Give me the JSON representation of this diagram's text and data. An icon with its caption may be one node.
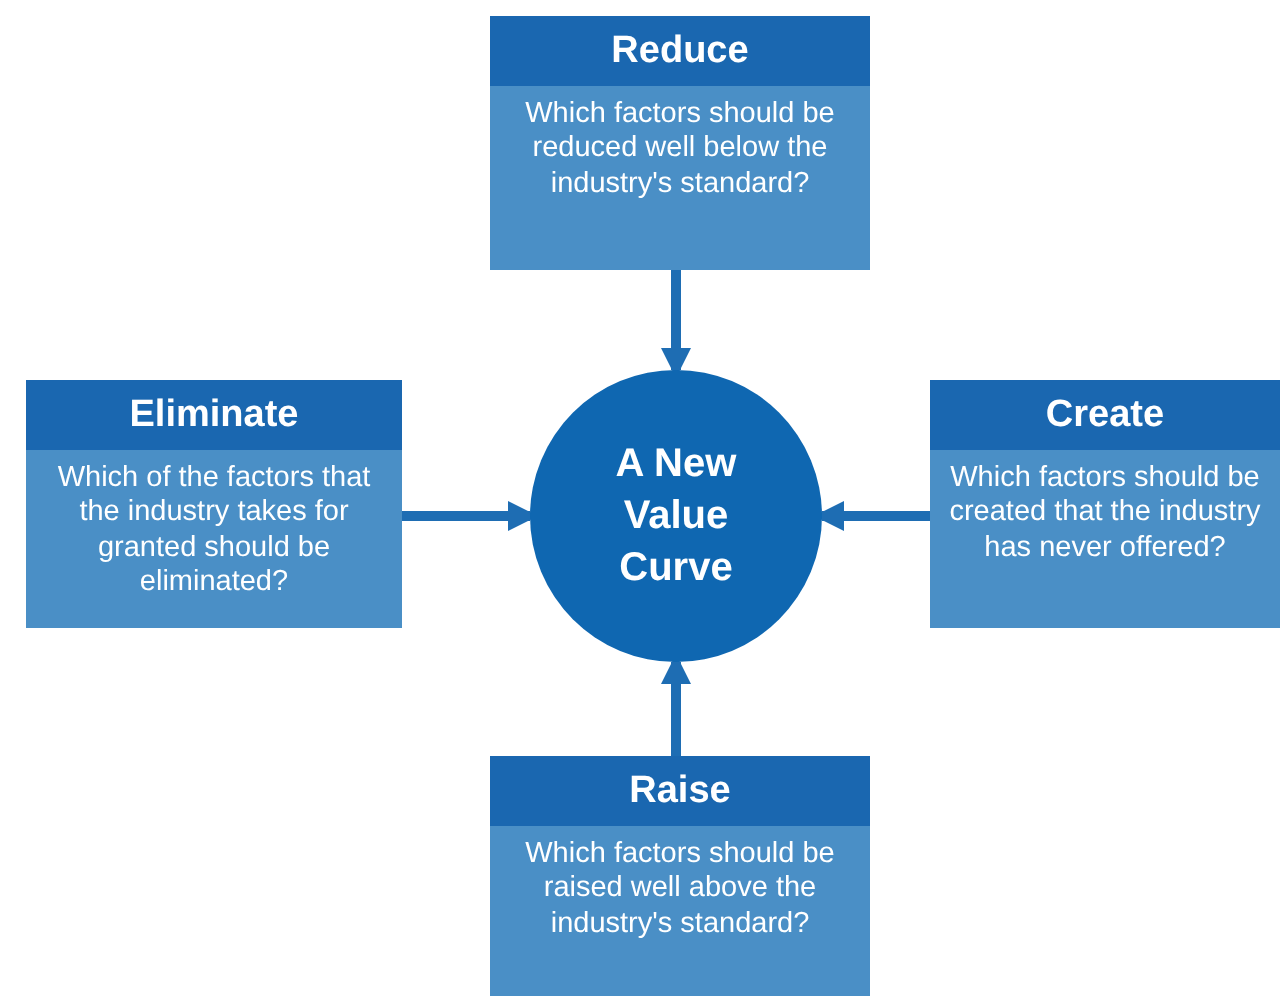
{
  "diagram": {
    "nodes": [
      {
        "text": [
          "Reduce",
          "Which factors should be reduced well below the industry's standard?"
        ]
      },
      {
        "text": [
          "Eliminate",
          "Which of the factors that the industry takes for granted should be eliminated?"
        ]
      },
      {
        "text": [
          "A New Value Curve"
        ]
      },
      {
        "text": [
          "Create",
          "Which factors should be created that the industry has never offered?"
        ]
      },
      {
        "text": [
          "Raise",
          "Which factors should be raised well above the industry's standard?"
        ]
      }
    ],
    "edges": [
      {
        "from": 0,
        "to": 2,
        "arrow": "to"
      },
      {
        "from": 1,
        "to": 2,
        "arrow": "to"
      },
      {
        "from": 3,
        "to": 2,
        "arrow": "to"
      },
      {
        "from": 4,
        "to": 2,
        "arrow": "to"
      }
    ]
  }
}
